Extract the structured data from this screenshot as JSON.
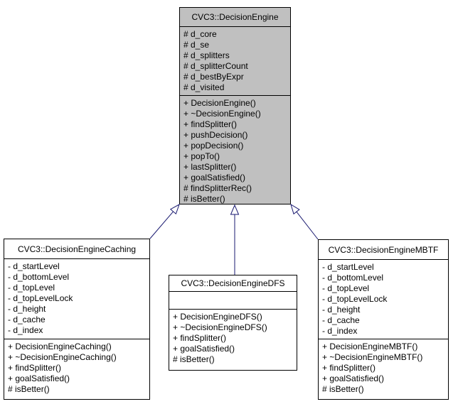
{
  "colors": {
    "background": "#ffffff",
    "node_fill": "#ffffff",
    "highlight_node_fill": "#c0c0c0",
    "node_border": "#000000",
    "edge_color": "#191970"
  },
  "classes": {
    "parent": {
      "title": "CVC3::DecisionEngine",
      "attributes": [
        "# d_core",
        "# d_se",
        "# d_splitters",
        "# d_splitterCount",
        "# d_bestByExpr",
        "# d_visited"
      ],
      "methods": [
        "+ DecisionEngine()",
        "+ ~DecisionEngine()",
        "+ findSplitter()",
        "+ pushDecision()",
        "+ popDecision()",
        "+ popTo()",
        "+ lastSplitter()",
        "+ goalSatisfied()",
        "# findSplitterRec()",
        "# isBetter()"
      ]
    },
    "caching": {
      "title": "CVC3::DecisionEngineCaching",
      "attributes": [
        "- d_startLevel",
        "- d_bottomLevel",
        "- d_topLevel",
        "- d_topLevelLock",
        "- d_height",
        "- d_cache",
        "- d_index"
      ],
      "methods": [
        "+ DecisionEngineCaching()",
        "+ ~DecisionEngineCaching()",
        "+ findSplitter()",
        "+ goalSatisfied()",
        "# isBetter()"
      ]
    },
    "dfs": {
      "title": "CVC3::DecisionEngineDFS",
      "attributes": [],
      "methods": [
        "+ DecisionEngineDFS()",
        "+ ~DecisionEngineDFS()",
        "+ findSplitter()",
        "+ goalSatisfied()",
        "# isBetter()"
      ]
    },
    "mbtf": {
      "title": "CVC3::DecisionEngineMBTF",
      "attributes": [
        "- d_startLevel",
        "- d_bottomLevel",
        "- d_topLevel",
        "- d_topLevelLock",
        "- d_height",
        "- d_cache",
        "- d_index"
      ],
      "methods": [
        "+ DecisionEngineMBTF()",
        "+ ~DecisionEngineMBTF()",
        "+ findSplitter()",
        "+ goalSatisfied()",
        "# isBetter()"
      ]
    }
  },
  "relationships": [
    {
      "type": "inheritance",
      "from": "CVC3::DecisionEngineCaching",
      "to": "CVC3::DecisionEngine"
    },
    {
      "type": "inheritance",
      "from": "CVC3::DecisionEngineDFS",
      "to": "CVC3::DecisionEngine"
    },
    {
      "type": "inheritance",
      "from": "CVC3::DecisionEngineMBTF",
      "to": "CVC3::DecisionEngine"
    }
  ]
}
